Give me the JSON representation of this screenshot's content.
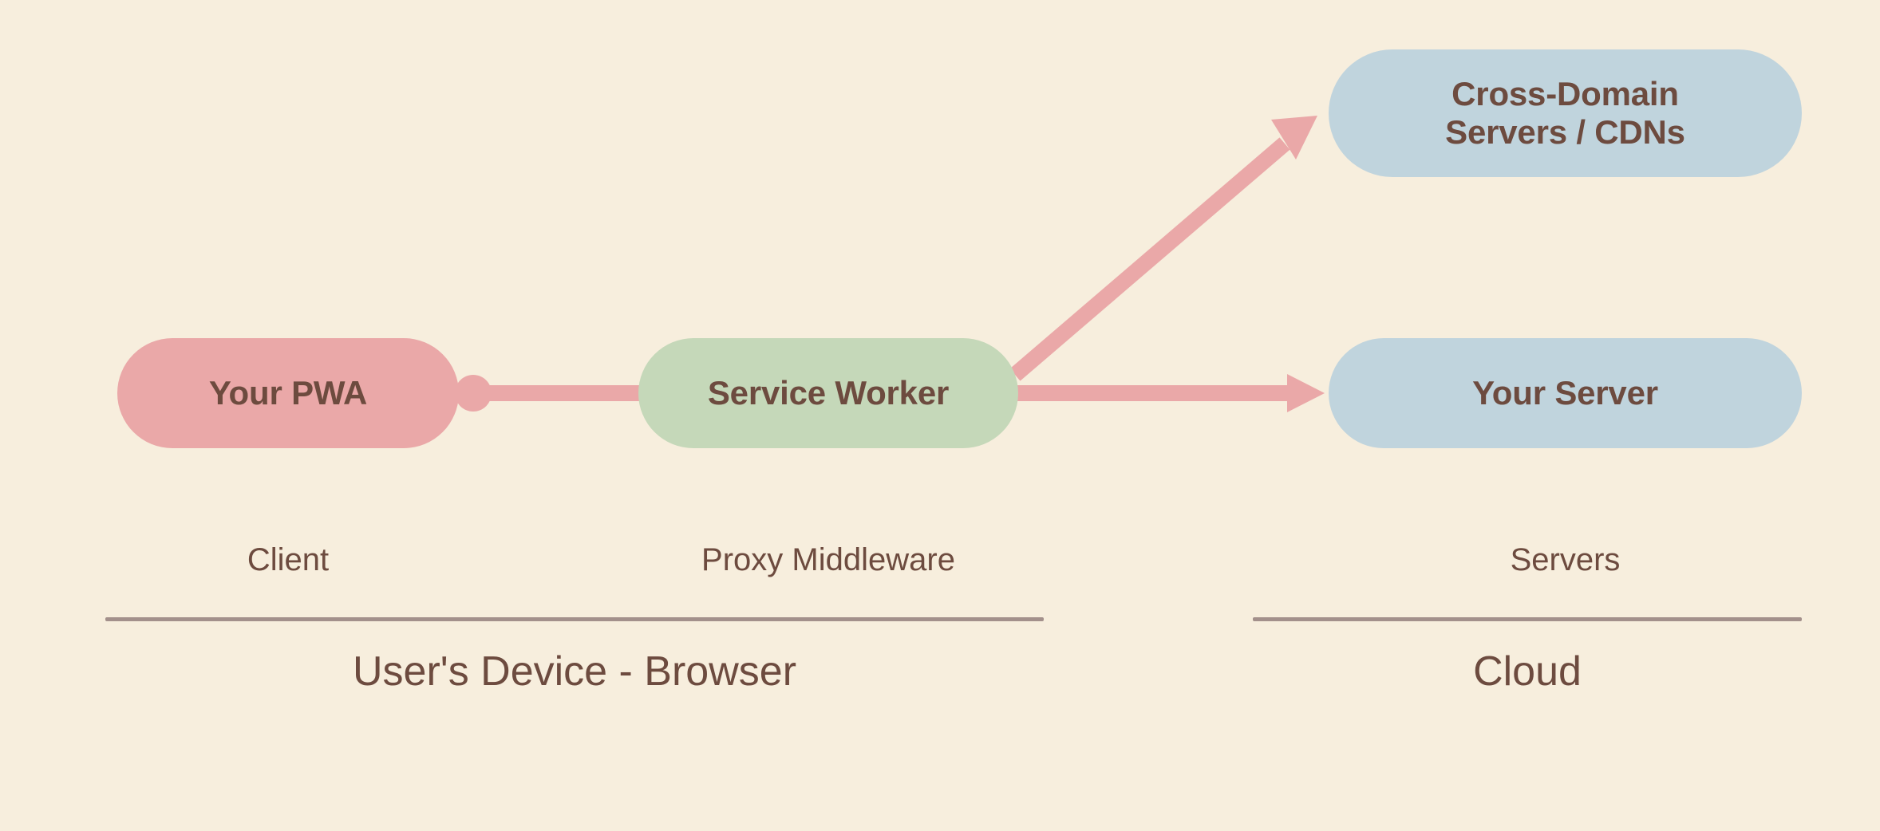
{
  "diagram": {
    "background_color": "#f7eedd",
    "text_color": "#6d4b3f",
    "edge_color": "#eaa8a8",
    "divider_color": "#a3908b",
    "nodes": {
      "pwa": {
        "label": "Your PWA",
        "color": "#eaa8a8"
      },
      "service_worker": {
        "label": "Service Worker",
        "color": "#c5d8b9"
      },
      "cross_domain": {
        "label": "Cross-Domain\nServers / CDNs",
        "color": "#c0d4dd"
      },
      "your_server": {
        "label": "Your Server",
        "color": "#c0d4dd"
      }
    },
    "zones": {
      "client_caption": "Client",
      "proxy_caption": "Proxy Middleware",
      "servers_caption": "Servers",
      "device_title": "User's Device - Browser",
      "cloud_title": "Cloud"
    },
    "edges": [
      {
        "name": "pwa-to-service-worker",
        "from": "Your PWA",
        "to": "Service Worker",
        "style": "line-with-source-dot"
      },
      {
        "name": "service-worker-to-your-server",
        "from": "Service Worker",
        "to": "Your Server",
        "style": "arrow"
      },
      {
        "name": "service-worker-to-cross-domain",
        "from": "Service Worker",
        "to": "Cross-Domain Servers / CDNs",
        "style": "arrow"
      }
    ]
  }
}
